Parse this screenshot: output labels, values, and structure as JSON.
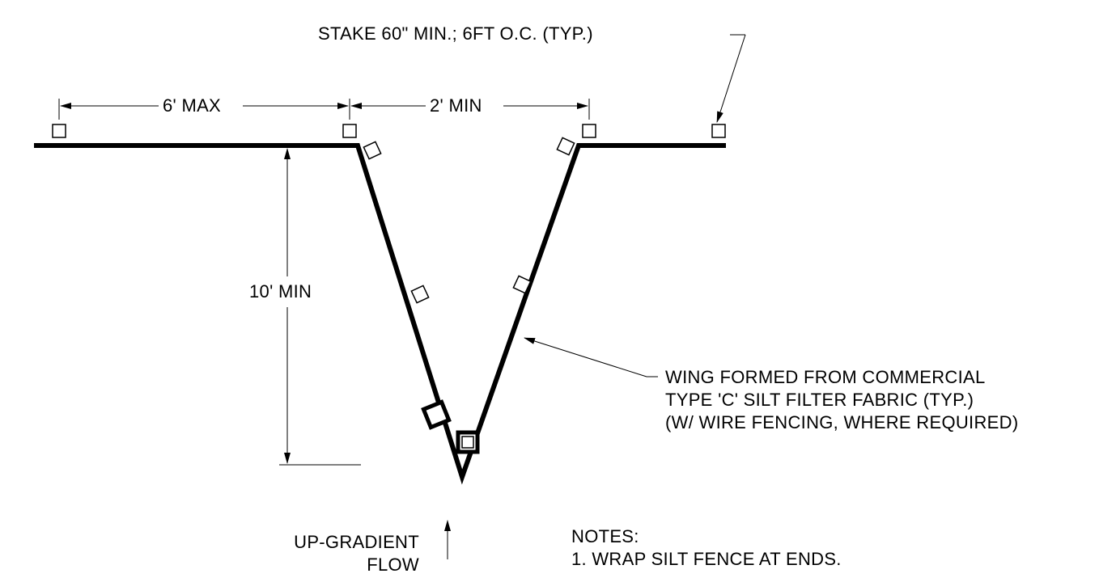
{
  "labels": {
    "stake_note": "STAKE 60\" MIN.; 6FT O.C. (TYP.)",
    "dim_6_max": "6' MAX",
    "dim_2_min": "2' MIN",
    "dim_10_min": "10' MIN",
    "wing_line1": "WING FORMED FROM COMMERCIAL",
    "wing_line2": "TYPE 'C' SILT FILTER FABRIC (TYP.)",
    "wing_line3": "(W/ WIRE FENCING, WHERE REQUIRED)",
    "flow_line1": "UP-GRADIENT",
    "flow_line2": "FLOW",
    "notes_title": "NOTES:",
    "note_1": "1. WRAP SILT FENCE AT ENDS."
  },
  "colors": {
    "line": "#000000",
    "background": "#ffffff"
  }
}
